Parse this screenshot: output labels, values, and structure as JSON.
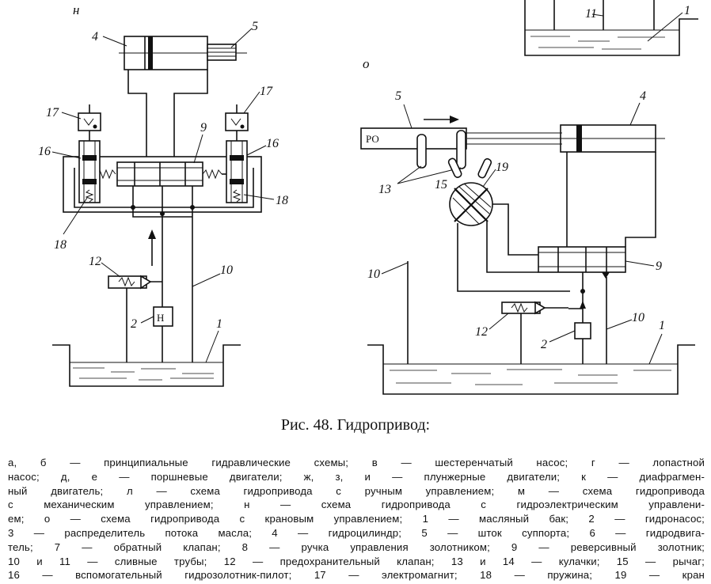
{
  "panel_labels": {
    "left": "н",
    "right": "о"
  },
  "numbers": {
    "n1": "1",
    "n2": "2",
    "n4": "4",
    "n5": "5",
    "n9": "9",
    "n10": "10",
    "n11": "11",
    "n12": "12",
    "n13": "13",
    "n15": "15",
    "n16": "16",
    "n17": "17",
    "n18": "18",
    "n19": "19"
  },
  "pump_letter": "Н",
  "rod_label": "РО",
  "caption": "Рис. 48. Гидропривод:",
  "legend_lines": [
    "а, б — принципиальные гидравлические схемы; в — шестеренчатый насос; г — лопастной",
    "насос; д, е — поршневые двигатели; ж, з, и — плунжерные двигатели; к — диафрагмен-",
    "ный двигатель; л — схема гидропривода с ручным управлением; м — схема гидропривода",
    "с механическим управлением; н — схема гидропривода с гидроэлектрическим управлени-",
    "ем; о — схема гидропривода с крановым управлением; 1 — масляный бак; 2 — гидронасос;",
    "3 — распределитель потока масла; 4 — гидроцилиндр; 5 — шток суппорта; 6 — гидродвига-",
    "тель; 7 — обратный клапан; 8 — ручка управления золотником; 9 — реверсивный золотник;",
    "10 и 11 — сливные трубы; 12 — предохранительный клапан; 13 и 14 — кулачки; 15 — рычаг;",
    "16 — вспомогательный гидрозолотник-пилот; 17 — электромагнит; 18 — пружина; 19 — кран"
  ]
}
